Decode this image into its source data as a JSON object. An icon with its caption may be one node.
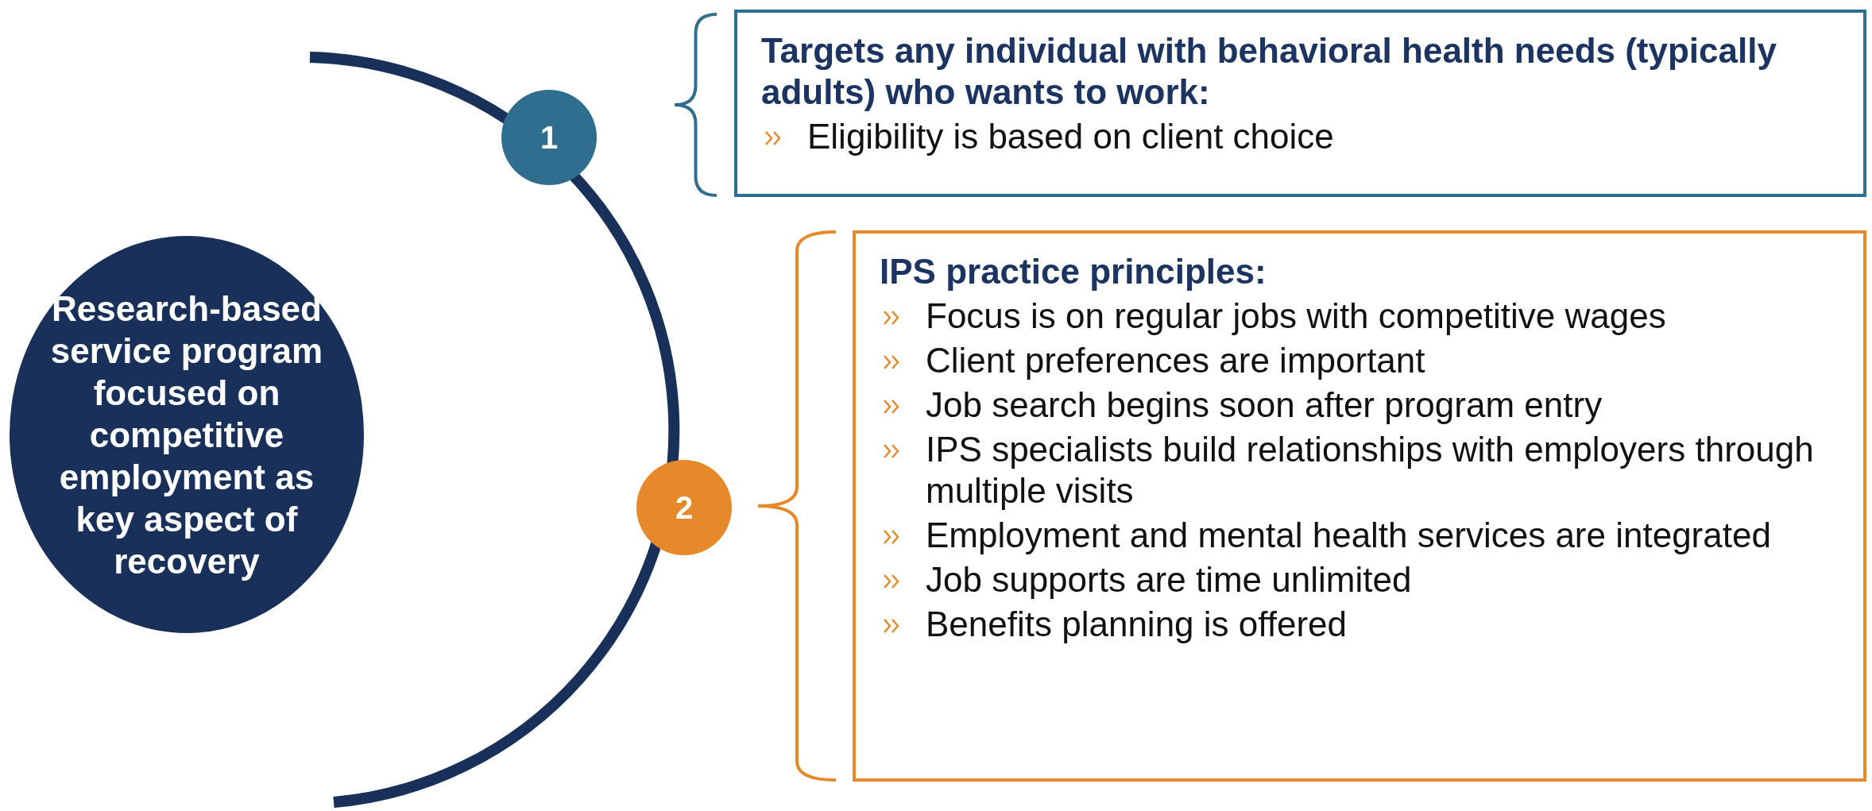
{
  "diagram": {
    "nodes": [
      {
        "text": [
          "Research-based service program focused on competitive employment as key aspect of recovery"
        ]
      },
      {
        "text": [
          "1"
        ]
      },
      {
        "text": [
          "Targets any individual with behavioral health needs (typically adults) who wants to work:",
          "Eligibility is based on client choice"
        ]
      },
      {
        "text": [
          "2"
        ]
      },
      {
        "text": [
          "IPS practice principles:",
          "Focus is on regular jobs with competitive wages",
          "Client preferences are important",
          "Job search begins soon after program entry",
          "IPS specialists build relationships with employers through multiple visits",
          "Employment and mental health services are integrated",
          "Job supports are time unlimited",
          "Benefits planning is offered"
        ]
      }
    ]
  }
}
